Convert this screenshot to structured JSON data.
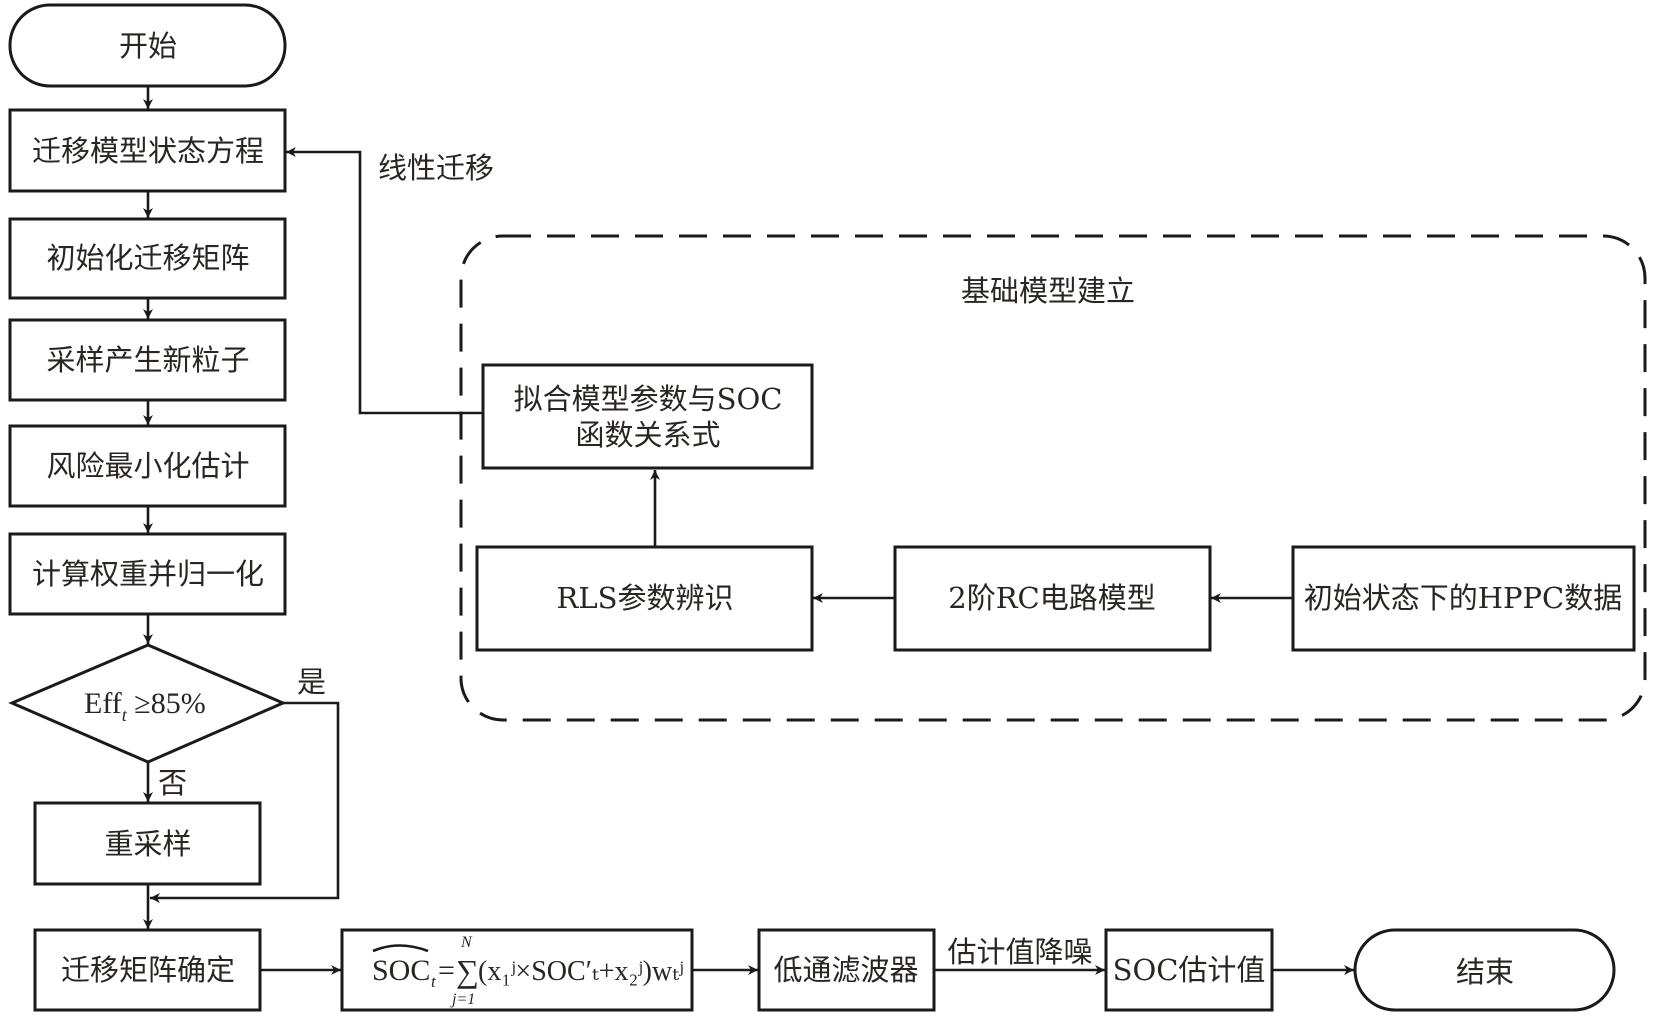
{
  "diagram": {
    "type": "flowchart",
    "main_flow": {
      "start": "开始",
      "steps": [
        "迁移模型状态方程",
        "初始化迁移矩阵",
        "采样产生新粒子",
        "风险最小化估计",
        "计算权重并归一化"
      ],
      "decision": {
        "text_main": "Eff",
        "text_sub": "t",
        "text_rest": " ≥85%",
        "yes_label": "是",
        "no_label": "否"
      },
      "resample": "重采样",
      "matrix_determined": "迁移矩阵确定",
      "formula": {
        "lhs": "SOC",
        "lhs_sub": "t",
        "sum_upper": "N",
        "sum_lower": "j=1",
        "rhs": "(x₁ʲ×SOC′ₜ+x₂ʲ)wₜʲ",
        "full_text": "SOĈ_t = Σ_{j=1}^{N} (x_1^j × SOC'_t + x_2^j) w_t^j"
      },
      "low_pass_filter": "低通滤波器",
      "denoise_label": "估计值降噪",
      "soc_estimate": "SOC估计值",
      "end": "结束"
    },
    "linear_transfer_label": "线性迁移",
    "base_model_group": {
      "title": "基础模型建立",
      "fit_box": [
        "拟合模型参数与SOC",
        "函数关系式"
      ],
      "rls_box": "RLS参数辨识",
      "rc_box": "2阶RC电路模型",
      "hppc_box": "初始状态下的HPPC数据"
    }
  }
}
